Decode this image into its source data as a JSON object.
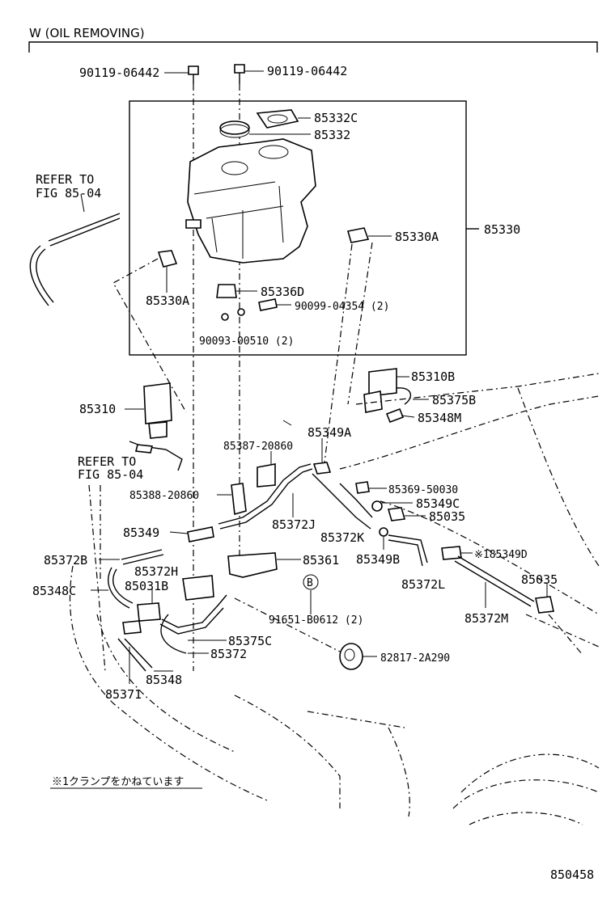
{
  "header": {
    "title": "W (OIL REMOVING)"
  },
  "figure_id": "850458",
  "note": "※1クランプをかねています",
  "parts": {
    "bolt_left": "90119-06442",
    "bolt_right": "90119-06442",
    "cap_gasket": "85332C",
    "cap": "85332",
    "tank_assy": "85330",
    "grommet_right": "85330A",
    "grommet_left": "85330A",
    "plug": "85336D",
    "screw": "90099-04354 (2)",
    "nut": "90093-00510 (2)",
    "pump_upper": "85310B",
    "hose_upper": "85375B",
    "valve_upper": "85348M",
    "pump_left": "85310",
    "bracket1": "85387-20860",
    "connector_a": "85349A",
    "clamp_a": "85369-50030",
    "connector_c": "85349C",
    "clip1": "85035",
    "bracket2": "85388-20860",
    "hose_j": "85372J",
    "hose_k": "85372K",
    "connector": "85349",
    "bracket_361": "85361",
    "connector_b": "85349B",
    "connector_d": "※185349D",
    "hose_b": "85372B",
    "hose_h": "85372H",
    "hose_l": "85372L",
    "clip2": "85035",
    "valve_c": "85348C",
    "check_valve": "85031B",
    "circle_b": "B",
    "screw2": "91651-B0612 (2)",
    "hose_m": "85372M",
    "hose_c": "85375C",
    "hose": "85372",
    "valve": "85348",
    "grommet_round": "82817-2A290",
    "hose_371": "85371"
  },
  "refer_upper": {
    "line1": "REFER TO",
    "line2": "FIG 85-04"
  },
  "refer_lower": {
    "line1": "REFER TO",
    "line2": "FIG 85-04"
  }
}
